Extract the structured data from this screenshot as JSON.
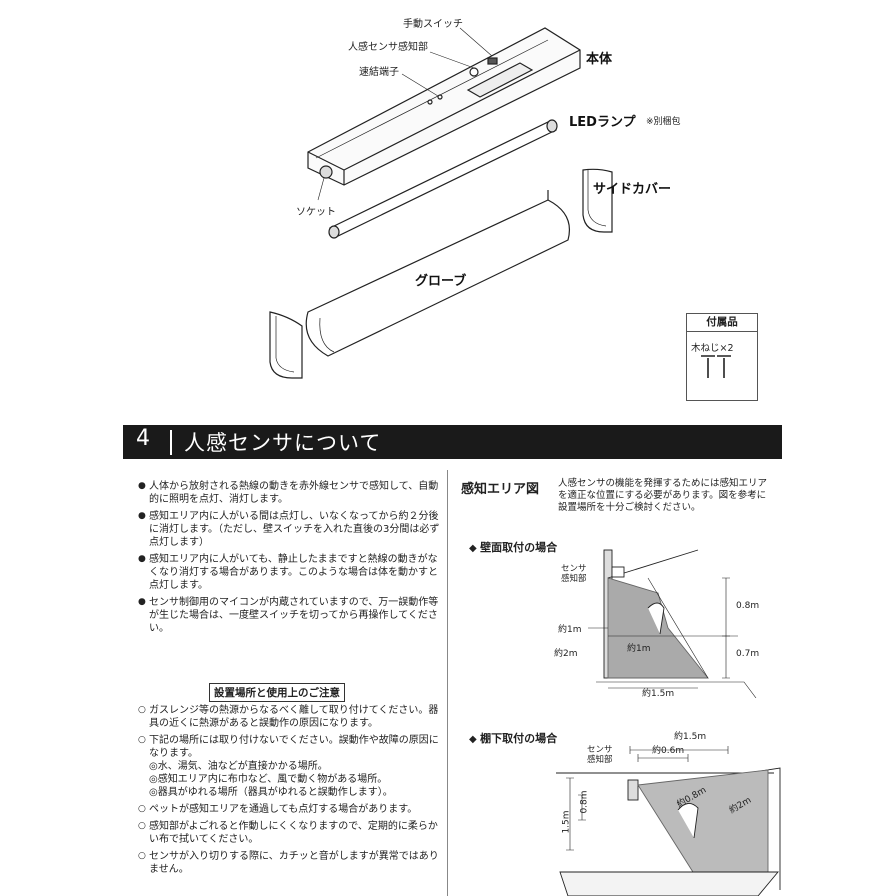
{
  "parts": {
    "manual_switch": "手動スイッチ",
    "sensor": "人感センサ感知部",
    "terminal": "速結端子",
    "body": "本体",
    "led_lamp": "LEDランプ",
    "led_note": "※別梱包",
    "side_cover": "サイドカバー",
    "socket": "ソケット",
    "globe": "グローブ"
  },
  "accessories": {
    "title": "付属品",
    "item": "木ねじ×2"
  },
  "section": {
    "number": "4",
    "title": "人感センサについて"
  },
  "bullets": [
    "人体から放射される熱線の動きを赤外線センサで感知して、自動的に照明を点灯、消灯します。",
    "感知エリア内に人がいる間は点灯し、いなくなってから約２分後に消灯します。（ただし、壁スイッチを入れた直後の3分間は必ず点灯します）",
    "感知エリア内に人がいても、静止したままですと熱線の動きがなくなり消灯する場合があります。このような場合は体を動かすと点灯します。",
    "センサ制御用のマイコンが内蔵されていますので、万一誤動作等が生じた場合は、一度壁スイッチを切ってから再操作してください。"
  ],
  "caution": {
    "title": "設置場所と使用上のご注意",
    "items": [
      "ガスレンジ等の熱源からなるべく離して取り付けてください。器具の近くに熱源があると誤動作の原因になります。",
      "下記の場所には取り付けないでください。誤動作や故障の原因になります。\n◎水、湯気、油などが直接かかる場所。\n◎感知エリア内に布巾など、風で動く物がある場所。\n◎器具がゆれる場所（器具がゆれると誤動作します）。",
      "ペットが感知エリアを通過しても点灯する場合があります。",
      "感知部がよごれると作動しにくくなりますので、定期的に柔らかい布で拭いてください。",
      "センサが入り切りする際に、カチッと音がしますが異常ではありません。"
    ]
  },
  "area": {
    "title": "感知エリア図",
    "description": "人感センサの機能を発揮するためには感知エリアを適正な位置にする必要があります。図を参考に設置場所を十分ご検討ください。",
    "wall": {
      "title": "壁面取付の場合",
      "sensor": "センサ\n感知部",
      "h1": "0.8m",
      "h2": "0.7m",
      "r1": "約1m",
      "r2": "約2m",
      "d1": "約1m",
      "d2": "約1.5m"
    },
    "shelf": {
      "title": "棚下取付の場合",
      "sensor": "センサ\n感知部",
      "w1": "約1.5m",
      "w2": "約0.6m",
      "h1": "0.8m",
      "h2": "1.5m",
      "r1": "約0.8m",
      "r2": "約2m"
    }
  }
}
